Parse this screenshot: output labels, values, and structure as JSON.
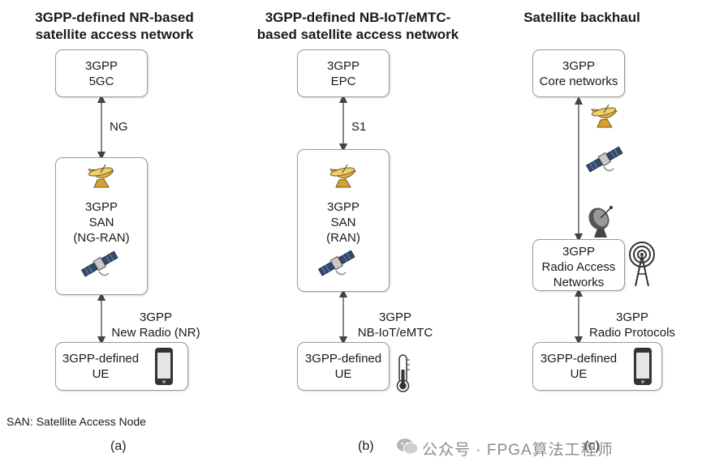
{
  "panels": {
    "a": {
      "title": "3GPP-defined NR-based\nsatellite access network",
      "core": "3GPP\n5GC",
      "interface": "NG",
      "san": "3GPP\nSAN\n(NG-RAN)",
      "radio": "3GPP\nNew Radio (NR)",
      "ue": "3GPP-defined\nUE",
      "letter": "(a)"
    },
    "b": {
      "title": "3GPP-defined NB-IoT/eMTC-\nbased satellite access network",
      "core": "3GPP\nEPC",
      "interface": "S1",
      "san": "3GPP\nSAN\n(RAN)",
      "radio": "3GPP\nNB-IoT/eMTC",
      "ue": "3GPP-defined\nUE",
      "letter": "(b)"
    },
    "c": {
      "title": "Satellite backhaul",
      "core": "3GPP\nCore networks",
      "ran": "3GPP\nRadio Access\nNetworks",
      "radio": "3GPP\nRadio Protocols",
      "ue": "3GPP-defined\nUE",
      "letter": "(c)"
    }
  },
  "footnote": "SAN: Satellite Access Node",
  "watermark": "公众号 · FPGA算法工程师",
  "icons": [
    "satellite-dish-icon",
    "satellite-icon",
    "smartphone-icon",
    "thermometer-icon",
    "antenna-dish-icon",
    "radio-tower-icon",
    "wechat-icon"
  ]
}
